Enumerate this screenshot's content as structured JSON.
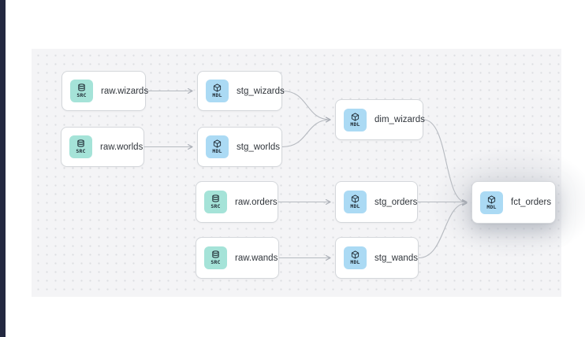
{
  "badges": {
    "source": "SRC",
    "model": "MDL"
  },
  "icons": {
    "source": "database-icon",
    "model": "cube-icon"
  },
  "colors": {
    "source_badge_bg": "#a5e3d8",
    "model_badge_bg": "#abdaf4",
    "canvas_bg": "#f4f4f6",
    "grid_dot": "#dcdde1",
    "node_bg": "#ffffff",
    "node_border": "#d4d7db",
    "edge": "#b6bac0",
    "side_strip": "#232840",
    "label_text": "#30353b"
  },
  "nodes": [
    {
      "id": "raw_wizards",
      "label": "raw.wizards",
      "kind": "source"
    },
    {
      "id": "stg_wizards",
      "label": "stg_wizards",
      "kind": "model"
    },
    {
      "id": "raw_worlds",
      "label": "raw.worlds",
      "kind": "source"
    },
    {
      "id": "stg_worlds",
      "label": "stg_worlds",
      "kind": "model"
    },
    {
      "id": "dim_wizards",
      "label": "dim_wizards",
      "kind": "model"
    },
    {
      "id": "raw_orders",
      "label": "raw.orders",
      "kind": "source"
    },
    {
      "id": "stg_orders",
      "label": "stg_orders",
      "kind": "model"
    },
    {
      "id": "raw_wands",
      "label": "raw.wands",
      "kind": "source"
    },
    {
      "id": "stg_wands",
      "label": "stg_wands",
      "kind": "model"
    },
    {
      "id": "fct_orders",
      "label": "fct_orders",
      "kind": "model",
      "highlighted": true
    }
  ],
  "edges": [
    {
      "from": "raw.wizards",
      "to": "stg_wizards"
    },
    {
      "from": "raw.worlds",
      "to": "stg_worlds"
    },
    {
      "from": "stg_wizards",
      "to": "dim_wizards"
    },
    {
      "from": "stg_worlds",
      "to": "dim_wizards"
    },
    {
      "from": "raw.orders",
      "to": "stg_orders"
    },
    {
      "from": "raw.wands",
      "to": "stg_wands"
    },
    {
      "from": "dim_wizards",
      "to": "fct_orders"
    },
    {
      "from": "stg_orders",
      "to": "fct_orders"
    },
    {
      "from": "stg_wands",
      "to": "fct_orders"
    }
  ]
}
